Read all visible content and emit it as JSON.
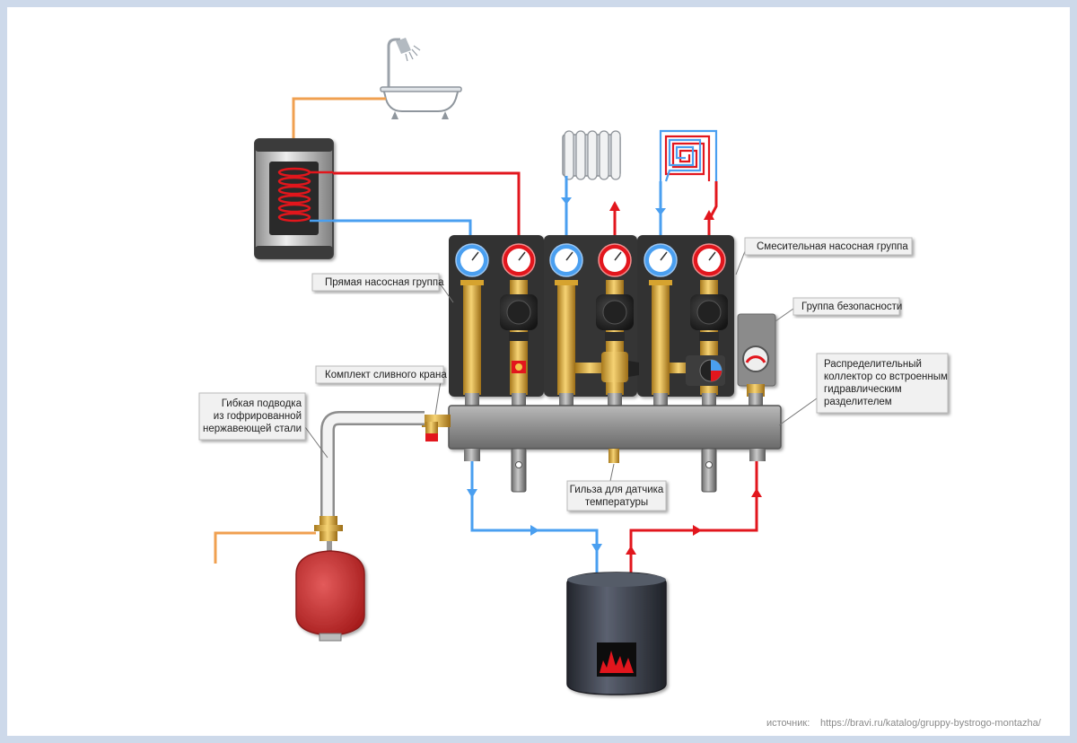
{
  "colors": {
    "hot": "#e2161d",
    "cold": "#4a9ff0",
    "supply_water": "#f0a050",
    "brass": "#e2b43c",
    "module": "#333333",
    "label_bg": "#f1f1f1",
    "tank_red": "#c82a2a",
    "boiler": "#3a3f4a"
  },
  "labels": {
    "direct_group": "Прямая насосная группа",
    "mixing_group": "Смесительная насосная группа",
    "safety_group": "Группа безопасности",
    "drain_kit": "Комплект сливного крана",
    "manifold": [
      "Распределительный",
      "коллектор со встроенным",
      "гидравлическим",
      "разделителем"
    ],
    "flex_hose": [
      "Гибкая подводка",
      "из гофрированной",
      "нержавеющей стали"
    ],
    "sensor_sleeve": [
      "Гильза для датчика",
      "температуры"
    ]
  },
  "icons": [
    "shower-icon",
    "bathtub-icon",
    "radiator-icon",
    "underfloor-heating-icon",
    "water-heater-tank-icon",
    "boiler-icon",
    "flame-icon",
    "expansion-tank-icon",
    "pump-icon",
    "thermometer-icon",
    "flow-arrow-icon"
  ],
  "source": {
    "prefix": "источник:",
    "url": "https://bravi.ru/katalog/gruppy-bystrogo-montazha/"
  }
}
